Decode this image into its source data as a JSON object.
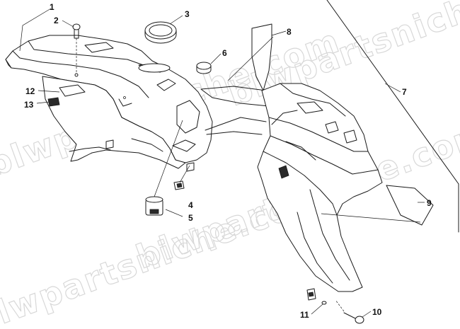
{
  "diagram": {
    "callouts": [
      {
        "id": "1",
        "text": "1"
      },
      {
        "id": "2",
        "text": "2"
      },
      {
        "id": "3",
        "text": "3"
      },
      {
        "id": "4",
        "text": "4"
      },
      {
        "id": "5",
        "text": "5"
      },
      {
        "id": "6",
        "text": "6"
      },
      {
        "id": "7",
        "text": "7"
      },
      {
        "id": "8",
        "text": "8"
      },
      {
        "id": "9",
        "text": "9"
      },
      {
        "id": "10",
        "text": "10"
      },
      {
        "id": "11",
        "text": "11"
      },
      {
        "id": "12",
        "text": "12"
      },
      {
        "id": "13",
        "text": "13"
      }
    ],
    "watermark": "blwpartsniche.com",
    "colors": {
      "line": "#1a1a1a",
      "watermark": "#d8d8d8",
      "background": "#ffffff"
    }
  }
}
